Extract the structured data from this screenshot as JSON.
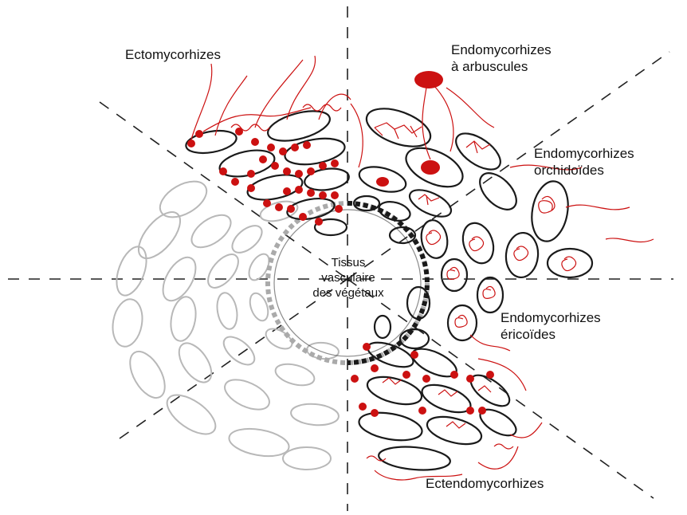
{
  "diagram": {
    "labels": {
      "ectomycorhizes": "Ectomycorhizes",
      "endo_arbuscules_line1": "Endomycorhizes",
      "endo_arbuscules_line2": "à arbuscules",
      "endo_orchidoides_line1": "Endomycorhizes",
      "endo_orchidoides_line2": "orchidoïdes",
      "endo_ericoides_line1": "Endomycorhizes",
      "endo_ericoides_line2": "éricoïdes",
      "ectendomycorhizes": "Ectendomycorhizes",
      "center_line1": "Tissus",
      "center_line2": "vasculaire",
      "center_line3": "des végétaux"
    },
    "colors": {
      "fungus": "#cc1111",
      "cell_outline": "#1a1a1a",
      "faded_cell": "#b8b8b8",
      "divider": "#222222"
    }
  }
}
